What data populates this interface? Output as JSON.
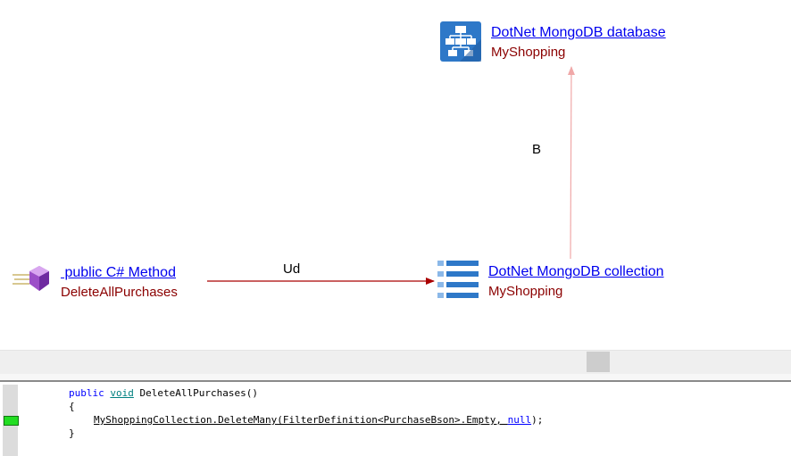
{
  "diagram": {
    "database": {
      "title": "DotNet MongoDB database",
      "subtitle": "MyShopping",
      "icon": "database-schema-icon"
    },
    "collection": {
      "title": "DotNet MongoDB collection",
      "subtitle": "MyShopping",
      "icon": "collection-table-icon"
    },
    "method": {
      "title": " public C# Method",
      "subtitle": "DeleteAllPurchases",
      "icon": "csharp-method-icon"
    },
    "edges": [
      {
        "from": "method",
        "to": "collection",
        "label": "Ud",
        "color": "#aa0000"
      },
      {
        "from": "collection",
        "to": "database",
        "label": "B",
        "color": "#f0a8a8"
      }
    ]
  },
  "code": {
    "line1": {
      "kw1": "public",
      "kw2": "void",
      "rest": " DeleteAllPurchases()"
    },
    "line2": "{",
    "line3": {
      "pre": "MyShoppingCollection.DeleteMany(FilterDefinition<PurchaseBson>.Empty, ",
      "kw": "null",
      "post": ");"
    },
    "line4": "}"
  },
  "colors": {
    "link": "#0000ee",
    "subtitle": "#8b0000",
    "marker": "#22dd22"
  }
}
